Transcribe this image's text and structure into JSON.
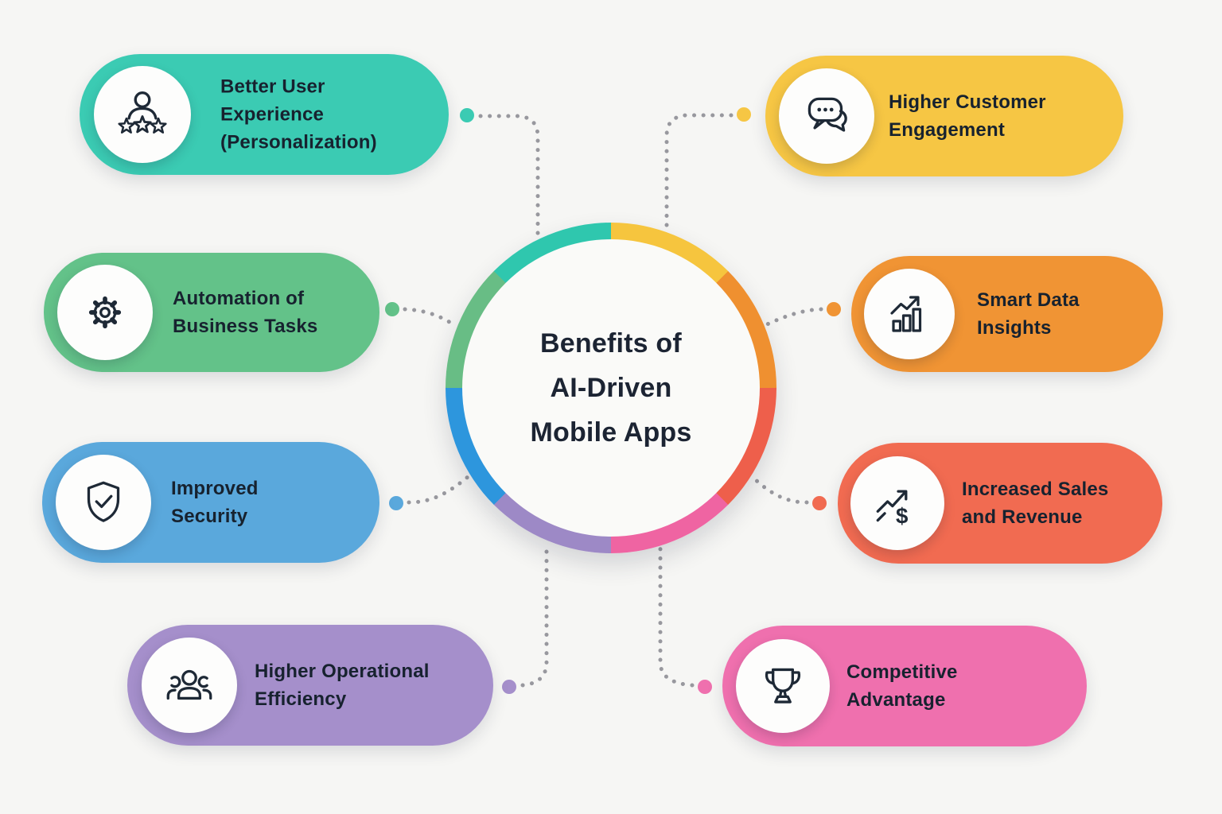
{
  "background_color": "#f6f6f4",
  "center": {
    "title": "Benefits of AI-Driven Mobile Apps",
    "title_lines": [
      "Benefits of",
      "AI-Driven",
      "Mobile Apps"
    ],
    "text_color": "#1c2433",
    "inner_color": "#fafaf8",
    "ring_segments": [
      {
        "name": "higher-customer-engagement",
        "color": "#f6c53e"
      },
      {
        "name": "smart-data-insights",
        "color": "#ef9030"
      },
      {
        "name": "increased-sales-and-revenue",
        "color": "#ee5f4b"
      },
      {
        "name": "competitive-advantage",
        "color": "#ef64a2"
      },
      {
        "name": "higher-operational-efficiency",
        "color": "#9d89c6"
      },
      {
        "name": "improved-security",
        "color": "#2d96dd"
      },
      {
        "name": "automation-of-business-tasks",
        "color": "#68bd85"
      },
      {
        "name": "better-user-experience",
        "color": "#2fc7ae"
      }
    ]
  },
  "items": [
    {
      "id": "better-user-experience",
      "label": "Better User Experience (Personalization)",
      "lines": [
        "Better User",
        "Experience",
        "(Personalization)"
      ],
      "color": "#3bcbb3",
      "icon": "user-rating-icon"
    },
    {
      "id": "automation-of-business-tasks",
      "label": "Automation of Business Tasks",
      "lines": [
        "Automation of",
        "Business Tasks"
      ],
      "color": "#63c289",
      "icon": "gear-icon"
    },
    {
      "id": "improved-security",
      "label": "Improved Security",
      "lines": [
        "Improved",
        "Security"
      ],
      "color": "#5aa8dc",
      "icon": "shield-check-icon"
    },
    {
      "id": "higher-operational-efficiency",
      "label": "Higher Operational Efficiency",
      "lines": [
        "Higher Operational",
        "Efficiency"
      ],
      "color": "#a58fcb",
      "icon": "team-icon"
    },
    {
      "id": "higher-customer-engagement",
      "label": "Higher Customer Engagement",
      "lines": [
        "Higher Customer",
        "Engagement"
      ],
      "color": "#f6c644",
      "icon": "chat-bubbles-icon"
    },
    {
      "id": "smart-data-insights",
      "label": "Smart Data Insights",
      "lines": [
        "Smart Data",
        "Insights"
      ],
      "color": "#f09434",
      "icon": "bar-chart-growth-icon"
    },
    {
      "id": "increased-sales-and-revenue",
      "label": "Increased Sales and Revenue",
      "lines": [
        "Increased Sales",
        "and Revenue"
      ],
      "color": "#f16b51",
      "icon": "revenue-growth-icon"
    },
    {
      "id": "competitive-advantage",
      "label": "Competitive Advantage",
      "lines": [
        "Competitive",
        "Advantage"
      ],
      "color": "#ef70ae",
      "icon": "trophy-icon"
    }
  ],
  "connectors": {
    "dotted_color": "#98989e"
  }
}
